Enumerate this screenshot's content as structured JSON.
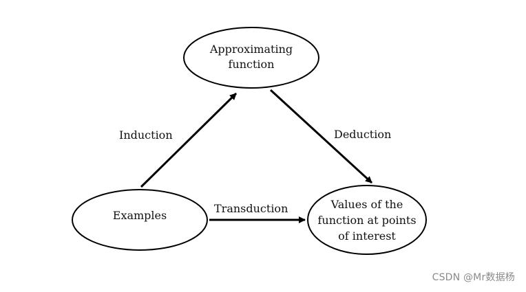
{
  "nodes": {
    "approximating": {
      "lines": [
        "Approximating",
        "function"
      ]
    },
    "examples": {
      "lines": [
        "Examples"
      ]
    },
    "values": {
      "lines": [
        "Values of the",
        "function at points",
        "of interest"
      ]
    }
  },
  "edges": {
    "induction": {
      "label": "Induction"
    },
    "deduction": {
      "label": "Deduction"
    },
    "transduction": {
      "label": "Transduction"
    }
  },
  "watermark": {
    "text": "CSDN @Mr数据杨"
  }
}
